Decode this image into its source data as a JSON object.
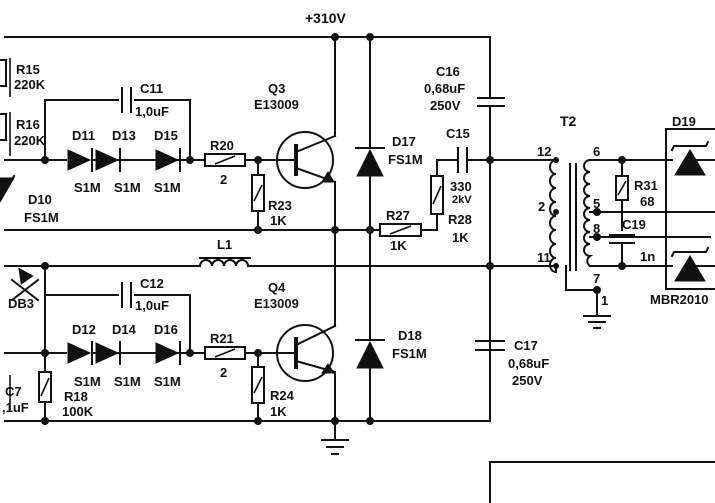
{
  "supply": "+310V",
  "components": {
    "R15": {
      "ref": "R15",
      "value": "220K"
    },
    "R16": {
      "ref": "R16",
      "value": "220K"
    },
    "C11": {
      "ref": "C11",
      "value": "1,0uF"
    },
    "C12": {
      "ref": "C12",
      "value": "1,0uF"
    },
    "D11": {
      "ref": "D11",
      "value": "S1M"
    },
    "D13": {
      "ref": "D13",
      "value": "S1M"
    },
    "D15": {
      "ref": "D15",
      "value": "S1M"
    },
    "D12": {
      "ref": "D12",
      "value": "S1M"
    },
    "D14": {
      "ref": "D14",
      "value": "S1M"
    },
    "D16": {
      "ref": "D16",
      "value": "S1M"
    },
    "D10": {
      "ref": "D10",
      "value": "FS1M"
    },
    "DB3": {
      "ref": "DB3"
    },
    "C7": {
      "ref": "C7",
      "value": ",1uF"
    },
    "R18": {
      "ref": "R18",
      "value": "100K"
    },
    "R20": {
      "ref": "R20",
      "value": "2"
    },
    "R21": {
      "ref": "R21",
      "value": "2"
    },
    "R23": {
      "ref": "R23",
      "value": "1K"
    },
    "R24": {
      "ref": "R24",
      "value": "1K"
    },
    "Q3": {
      "ref": "Q3",
      "value": "E13009"
    },
    "Q4": {
      "ref": "Q4",
      "value": "E13009"
    },
    "L1": {
      "ref": "L1"
    },
    "D17": {
      "ref": "D17",
      "value": "FS1M"
    },
    "D18": {
      "ref": "D18",
      "value": "FS1M"
    },
    "R27": {
      "ref": "R27",
      "value": "1K"
    },
    "R28": {
      "ref": "R28",
      "value": "1K"
    },
    "C15": {
      "ref": "C15",
      "value": "330",
      "voltage": "2kV"
    },
    "C16": {
      "ref": "C16",
      "value": "0,68uF",
      "voltage": "250V"
    },
    "C17": {
      "ref": "C17",
      "value": "0,68uF",
      "voltage": "250V"
    },
    "T2": {
      "ref": "T2",
      "pins": [
        "12",
        "2",
        "11",
        "6",
        "5",
        "8",
        "7",
        "1"
      ]
    },
    "R31": {
      "ref": "R31",
      "value": "68"
    },
    "C19": {
      "ref": "C19",
      "value": "1n"
    },
    "D19": {
      "ref": "D19",
      "value": "MBR2010"
    }
  }
}
